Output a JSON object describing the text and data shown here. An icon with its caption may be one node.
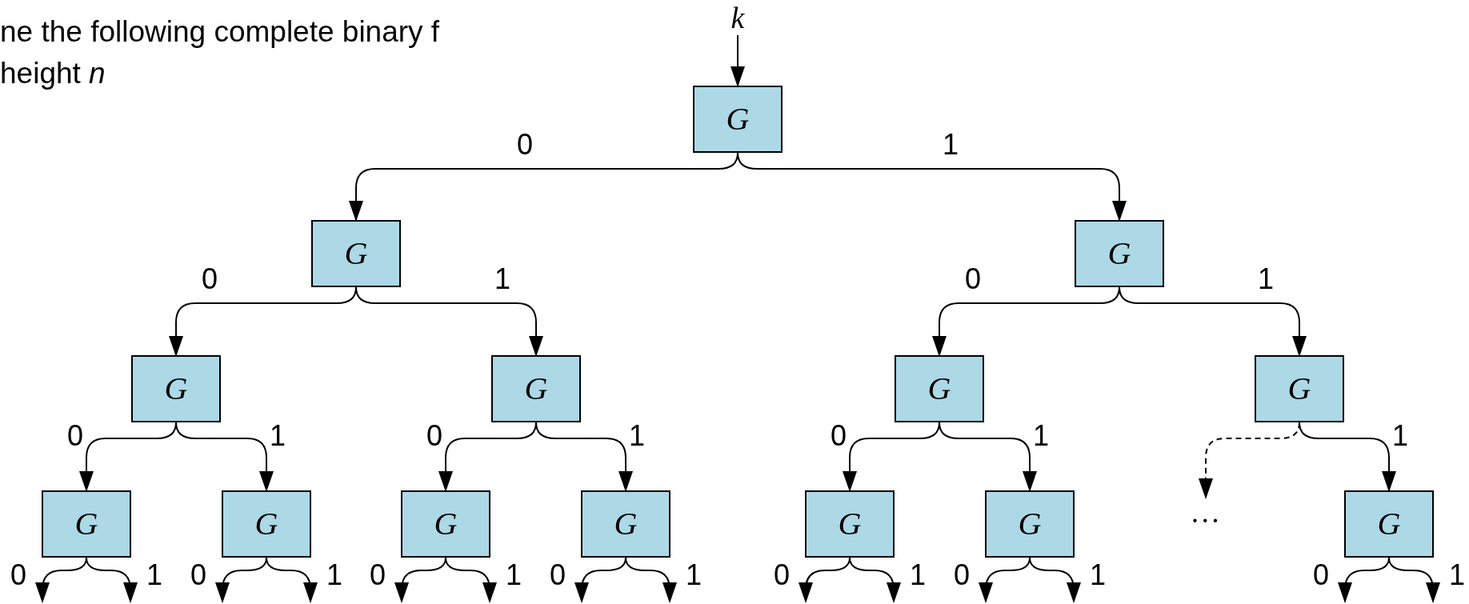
{
  "diagram": {
    "title": "ne the following complete binary f height *n*",
    "nodes": [
      {
        "text": [
          "k"
        ]
      },
      {
        "text": [
          "G"
        ]
      },
      {
        "text": [
          "G"
        ]
      },
      {
        "text": [
          "G"
        ]
      },
      {
        "text": [
          "G"
        ]
      },
      {
        "text": [
          "G"
        ]
      },
      {
        "text": [
          "G"
        ]
      },
      {
        "text": [
          "G"
        ]
      },
      {
        "text": [
          "G"
        ]
      },
      {
        "text": [
          "G"
        ]
      },
      {
        "text": [
          "G"
        ]
      },
      {
        "text": [
          "G"
        ]
      },
      {
        "text": [
          "G"
        ]
      },
      {
        "text": [
          "G"
        ]
      },
      {
        "text": [
          "…"
        ]
      },
      {
        "text": [
          "G"
        ]
      }
    ],
    "edges": [
      {
        "from": 0,
        "to": 1,
        "arrow": "to"
      },
      {
        "from": 1,
        "to": 2,
        "arrow": "to",
        "label": "0"
      },
      {
        "from": 1,
        "to": 3,
        "arrow": "to",
        "label": "1"
      },
      {
        "from": 2,
        "to": 4,
        "arrow": "to",
        "label": "0"
      },
      {
        "from": 2,
        "to": 5,
        "arrow": "to",
        "label": "1"
      },
      {
        "from": 3,
        "to": 6,
        "arrow": "to",
        "label": "0"
      },
      {
        "from": 3,
        "to": 7,
        "arrow": "to",
        "label": "1"
      },
      {
        "from": 4,
        "to": 8,
        "arrow": "to",
        "label": "0"
      },
      {
        "from": 4,
        "to": 9,
        "arrow": "to",
        "label": "1"
      },
      {
        "from": 5,
        "to": 10,
        "arrow": "to",
        "label": "0"
      },
      {
        "from": 5,
        "to": 11,
        "arrow": "to",
        "label": "1"
      },
      {
        "from": 6,
        "to": 12,
        "arrow": "to",
        "label": "0"
      },
      {
        "from": 6,
        "to": 13,
        "arrow": "to",
        "label": "1"
      },
      {
        "from": 7,
        "to": 14,
        "arrow": "to",
        "style": "dashed"
      },
      {
        "from": 7,
        "to": 15,
        "arrow": "to",
        "label": "1"
      },
      {
        "from": 8,
        "to": null,
        "arrow": "to",
        "label": "0"
      },
      {
        "from": 8,
        "to": null,
        "arrow": "to",
        "label": "1"
      },
      {
        "from": 9,
        "to": null,
        "arrow": "to",
        "label": "0"
      },
      {
        "from": 9,
        "to": null,
        "arrow": "to",
        "label": "1"
      },
      {
        "from": 10,
        "to": null,
        "arrow": "to",
        "label": "0"
      },
      {
        "from": 10,
        "to": null,
        "arrow": "to",
        "label": "1"
      },
      {
        "from": 11,
        "to": null,
        "arrow": "to",
        "label": "0"
      },
      {
        "from": 11,
        "to": null,
        "arrow": "to",
        "label": "1"
      },
      {
        "from": 12,
        "to": null,
        "arrow": "to",
        "label": "0"
      },
      {
        "from": 12,
        "to": null,
        "arrow": "to",
        "label": "1"
      },
      {
        "from": 13,
        "to": null,
        "arrow": "to",
        "label": "0"
      },
      {
        "from": 13,
        "to": null,
        "arrow": "to",
        "label": "1"
      },
      {
        "from": 15,
        "to": null,
        "arrow": "to",
        "label": "0"
      },
      {
        "from": 15,
        "to": null,
        "arrow": "to",
        "label": "1"
      }
    ]
  }
}
